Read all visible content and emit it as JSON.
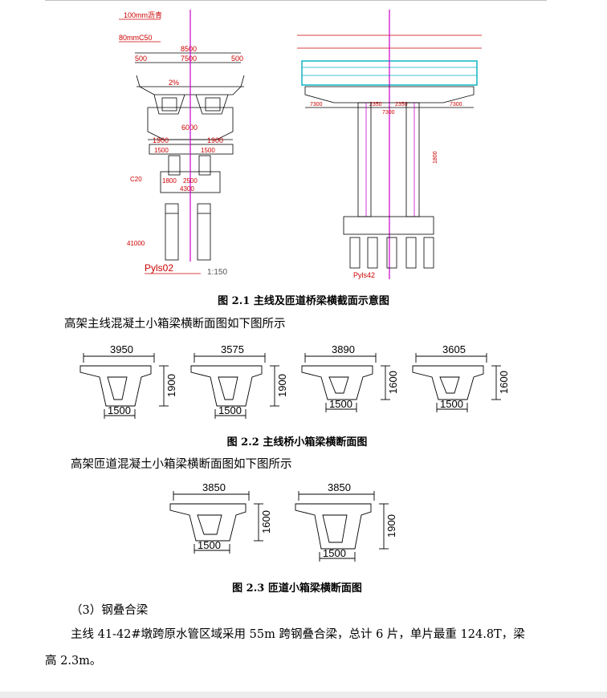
{
  "fig1": {
    "caption": "图 2.1   主线及匝道桥梁横截面示意图",
    "left": {
      "top_notes": [
        "100mm沥青",
        "80mmC50"
      ],
      "dims": [
        "8500",
        "500",
        "7500",
        "500",
        "2%"
      ],
      "cap_dims": [
        "6000",
        "1900",
        "1900",
        "1500",
        "1500"
      ],
      "pile_dims": [
        "1800",
        "2500",
        "4300"
      ],
      "side_notes": [
        "C20",
        "41000"
      ],
      "title": "Pyls02",
      "scale": "1:150"
    },
    "right": {
      "dims": [
        "7300",
        "2350",
        "2350",
        "7300",
        "7300"
      ],
      "height": "1800",
      "title": "Pyls42"
    }
  },
  "para1": "高架主线混凝土小箱梁横断面图如下图所示",
  "fig2": {
    "caption": "图 2.2   主线桥小箱梁横断面图",
    "beams": [
      {
        "width": "3950",
        "height": "1900",
        "bottom": "1500"
      },
      {
        "width": "3575",
        "height": "1900",
        "bottom": "1500"
      },
      {
        "width": "3890",
        "height": "1600",
        "bottom": "1500"
      },
      {
        "width": "3605",
        "height": "1600",
        "bottom": "1500"
      }
    ]
  },
  "para2": "高架匝道混凝土小箱梁横断面图如下图所示",
  "fig3": {
    "caption": "图 2.3   匝道小箱梁横断面图",
    "beams": [
      {
        "width": "3850",
        "height": "1600",
        "bottom": "1500"
      },
      {
        "width": "3850",
        "height": "1900",
        "bottom": "1500"
      }
    ]
  },
  "para3": "（3）钢叠合梁",
  "para4_line1": "主线 41-42#墩跨原水管区域采用 55m 跨钢叠合梁，总计 6 片，单片最重 124.8T，梁",
  "para4_line2": "高 2.3m。"
}
